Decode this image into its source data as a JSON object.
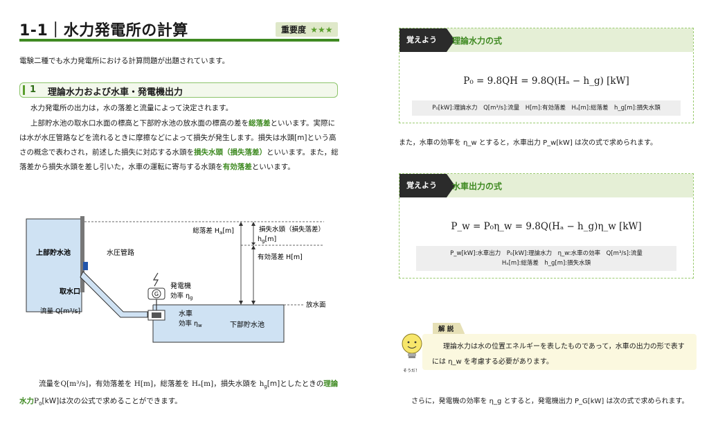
{
  "left": {
    "chapter_title": "1-1｜水力発電所の計算",
    "importance_label": "重要度",
    "importance_stars": "★★★",
    "intro": "電験二種でも水力発電所における計算問題が出題されています。",
    "section_number": "1",
    "section_title": "理論水力および水車・発電機出力",
    "p1": "水力発電所の出力は，水の落差と流量によって決定されます。",
    "p2_a": "上部貯水池の取水口水面の標高と下部貯水池の放水面の標高の差を",
    "p2_kw1": "総落差",
    "p2_b": "といいます。実際には水が水圧管路などを流れるときに摩擦などによって損失が発生します。損失は水頭[m]という高さの概念で表わされ，前述した損失に対応する水頭を",
    "p2_kw2": "損失水頭（損失落差）",
    "p2_c": "といいます。また，総落差から損失水頭を差し引いた，水車の運転に寄与する水頭を",
    "p2_kw3": "有効落差",
    "p2_d": "といいます。",
    "diagram": {
      "upper_reservoir": "上部貯水池",
      "penstock": "水圧管路",
      "intake": "取水口",
      "flow": "流量 Q[m³/s]",
      "generator": "発電機",
      "gen_eff": "効率 η",
      "gen_eff_sub": "g",
      "turbine": "水車",
      "turb_eff": "効率 η",
      "turb_eff_sub": "w",
      "lower_reservoir": "下部貯水池",
      "gross_head": "総落差 H",
      "gross_head_sub": "a",
      "gross_head_unit": "[m]",
      "loss_head": "損失水頭（損失落差）",
      "loss_h": "h",
      "loss_h_sub": "g",
      "loss_unit": "[m]",
      "effective_head": "有効落差 H[m]",
      "tailwater": "放水面",
      "generator_symbol": "G"
    },
    "p3_a": "流量を",
    "p3_b": "Q[m³/s]，有効落差を H[m]，総落差を Hₐ[m]，損失水頭を h",
    "p3_b_sub": "g",
    "p3_c": "[m]としたときの",
    "p3_kw": "理論水力",
    "p3_d": "P",
    "p3_d_sub": "0",
    "p3_e": "[kW]は次の公式で求めることができます。"
  },
  "right": {
    "box1": {
      "tag": "覚えよう",
      "title": "理論水力の式",
      "equation": "P₀ = 9.8QH = 9.8Q(Hₐ − h_g) [kW]",
      "legend": "P₀[kW]:理論水力　Q[m³/s]:流量　H[m]:有効落差　Hₐ[m]:総落差　h_g[m]:損失水頭"
    },
    "mid_text": "また，水車の効率を η_w とすると，水車出力 P_w[kW] は次の式で求められます。",
    "box2": {
      "tag": "覚えよう",
      "title": "水車出力の式",
      "equation": "P_w = P₀η_w = 9.8Q(Hₐ − h_g)η_w [kW]",
      "legend1": "P_w[kW]:水車出力　P₀[kW]:理論水力　η_w:水車の効率　Q[m³/s]:流量",
      "legend2": "Hₐ[m]:総落差　h_g[m]:損失水頭"
    },
    "explain_label": "解 説",
    "explain_line1": "理論水力は水の位置エネルギーを表したものであって，水車の出力の形で表す",
    "explain_line2": "には η_w を考慮する必要があります。",
    "mascot_caption": "そうだ！",
    "bottom_text": "さらに，発電機の効率を η_g とすると，発電機出力 P_G[kW] は次の式で求められます。"
  },
  "colors": {
    "accent_green": "#3f8a22",
    "box_header": "#e5efd6",
    "water": "#cfe2f3",
    "tag_dark": "#2b2b2b"
  }
}
